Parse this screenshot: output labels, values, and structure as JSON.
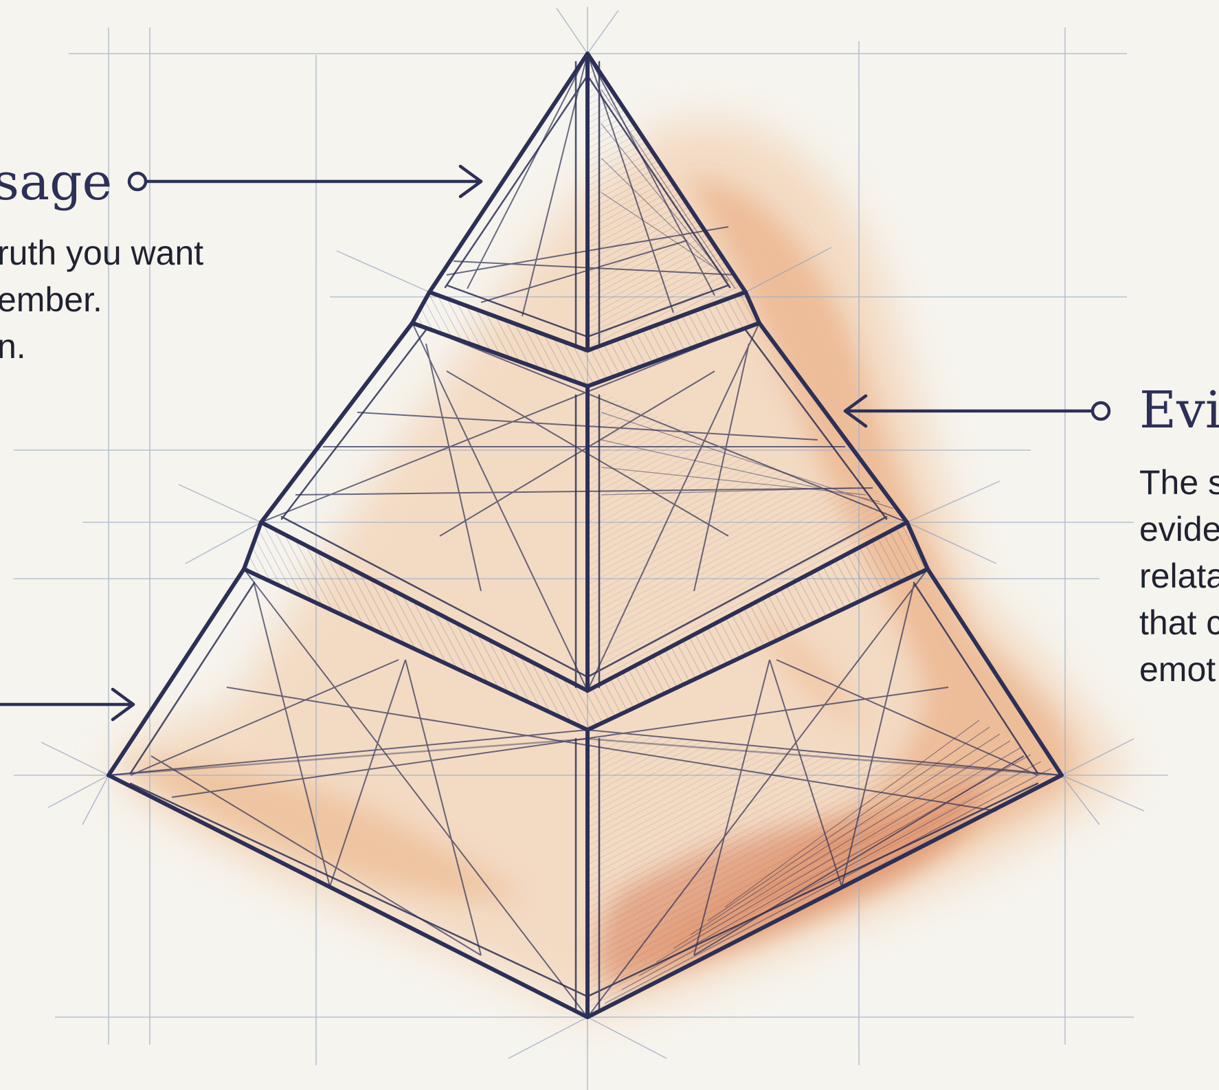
{
  "callouts": {
    "top": {
      "title": "sage",
      "lines": [
        "ruth you want",
        "ember.",
        "n."
      ]
    },
    "right": {
      "title": "Evic",
      "lines": [
        "The s",
        "evide",
        "relata",
        "that c",
        "emot"
      ]
    }
  },
  "colors": {
    "ink": "#2c3057",
    "grid": "#9fb0c8",
    "watercolor": "#e9a577",
    "paper": "#f6f4ee"
  },
  "icons": {
    "callout-dot": "hollow-circle",
    "pointer": "arrowhead"
  }
}
